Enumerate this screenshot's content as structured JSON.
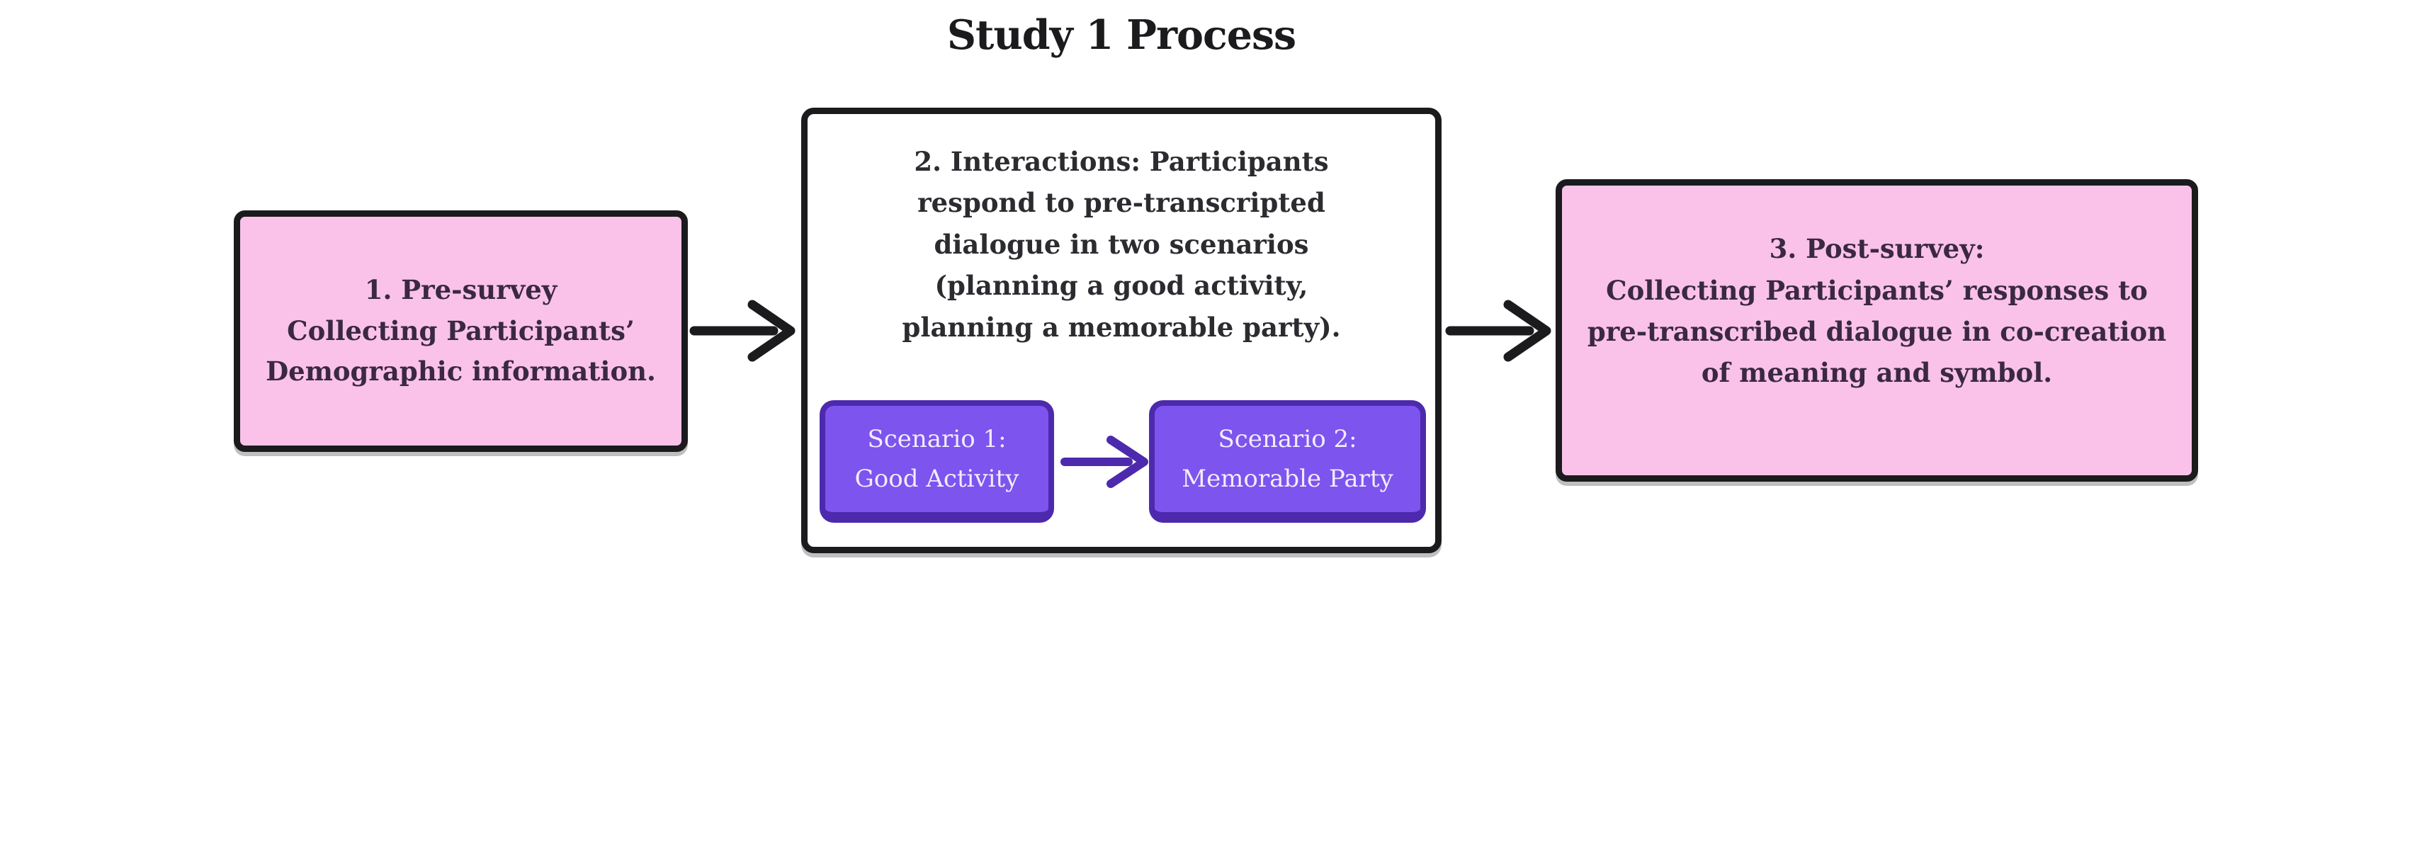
{
  "title": "Study 1 Process",
  "colors": {
    "bg": "#ffffff",
    "ink": "#1b1a1d",
    "ink-soft": "#2c2b30",
    "pink": "#fac2e9",
    "plum": "#3a2940",
    "purple-fill": "#7d54ee",
    "purple-border": "#4d2aad",
    "purple-text": "#f2ecfb"
  },
  "steps": [
    {
      "name": "pre-survey",
      "lines": [
        "1. Pre-survey",
        "Collecting Participants’",
        "Demographic information."
      ]
    },
    {
      "name": "interactions",
      "lines": [
        "2. Interactions: Participants",
        "respond to pre-transcripted",
        "dialogue in two scenarios",
        "(planning a good activity,",
        "planning a memorable party)."
      ],
      "scenarios": [
        {
          "name": "scenario-1",
          "lines": [
            "Scenario 1:",
            "Good Activity"
          ]
        },
        {
          "name": "scenario-2",
          "lines": [
            "Scenario 2:",
            "Memorable Party"
          ]
        }
      ]
    },
    {
      "name": "post-survey",
      "lines": [
        "3. Post-survey:",
        "Collecting Participants’ responses to",
        "pre-transcribed dialogue in co-creation",
        "of meaning and symbol."
      ]
    }
  ]
}
